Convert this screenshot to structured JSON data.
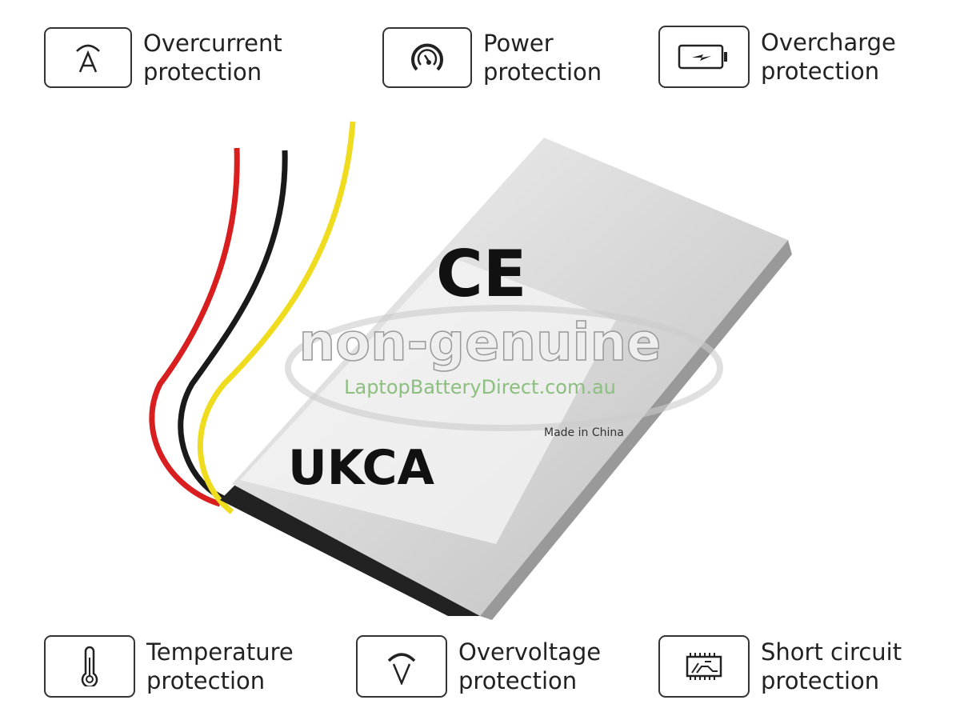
{
  "features": [
    {
      "icon": "ampere-icon",
      "line1": "Overcurrent",
      "line2": "protection"
    },
    {
      "icon": "gauge-icon",
      "line1": "Power",
      "line2": "protection"
    },
    {
      "icon": "battery-charge-icon",
      "line1": "Overcharge",
      "line2": "protection"
    },
    {
      "icon": "thermometer-icon",
      "line1": "Temperature",
      "line2": "protection"
    },
    {
      "icon": "voltage-icon",
      "line1": "Overvoltage",
      "line2": "protection"
    },
    {
      "icon": "circuit-icon",
      "line1": "Short circuit",
      "line2": "protection"
    }
  ],
  "product": {
    "label_marks": [
      "CE",
      "UKCA"
    ],
    "made_in": "Made in China",
    "watermark": "non-genuine",
    "watermark_site": "LaptopBatteryDirect.com.au",
    "wire_colors": [
      "#d81e1e",
      "#1a1a1a",
      "#f0dc1e"
    ]
  }
}
